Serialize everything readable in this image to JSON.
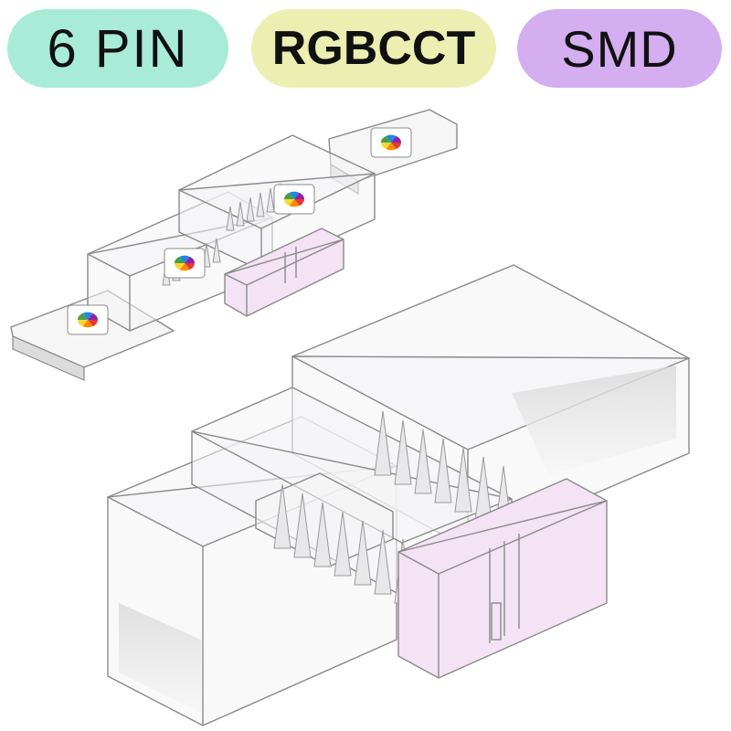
{
  "badges": [
    {
      "label": "6 PIN",
      "color": "#a8ecd8"
    },
    {
      "label": "RGBCCT",
      "color": "#ecefb2"
    },
    {
      "label": "SMD",
      "color": "#d4aef0"
    }
  ],
  "illustration": {
    "subject": "connector-illustration",
    "colors": {
      "outline": "#8a8a8a",
      "shell_fill": "#f4f4f6",
      "clip_pink": "#f3e3f4",
      "pin": "#e8e8ea",
      "strip": "#f6f6f6",
      "led_segments": [
        "#e53935",
        "#fb8c00",
        "#fdd835",
        "#43a047",
        "#1e88e5",
        "#8e24aa"
      ]
    }
  }
}
